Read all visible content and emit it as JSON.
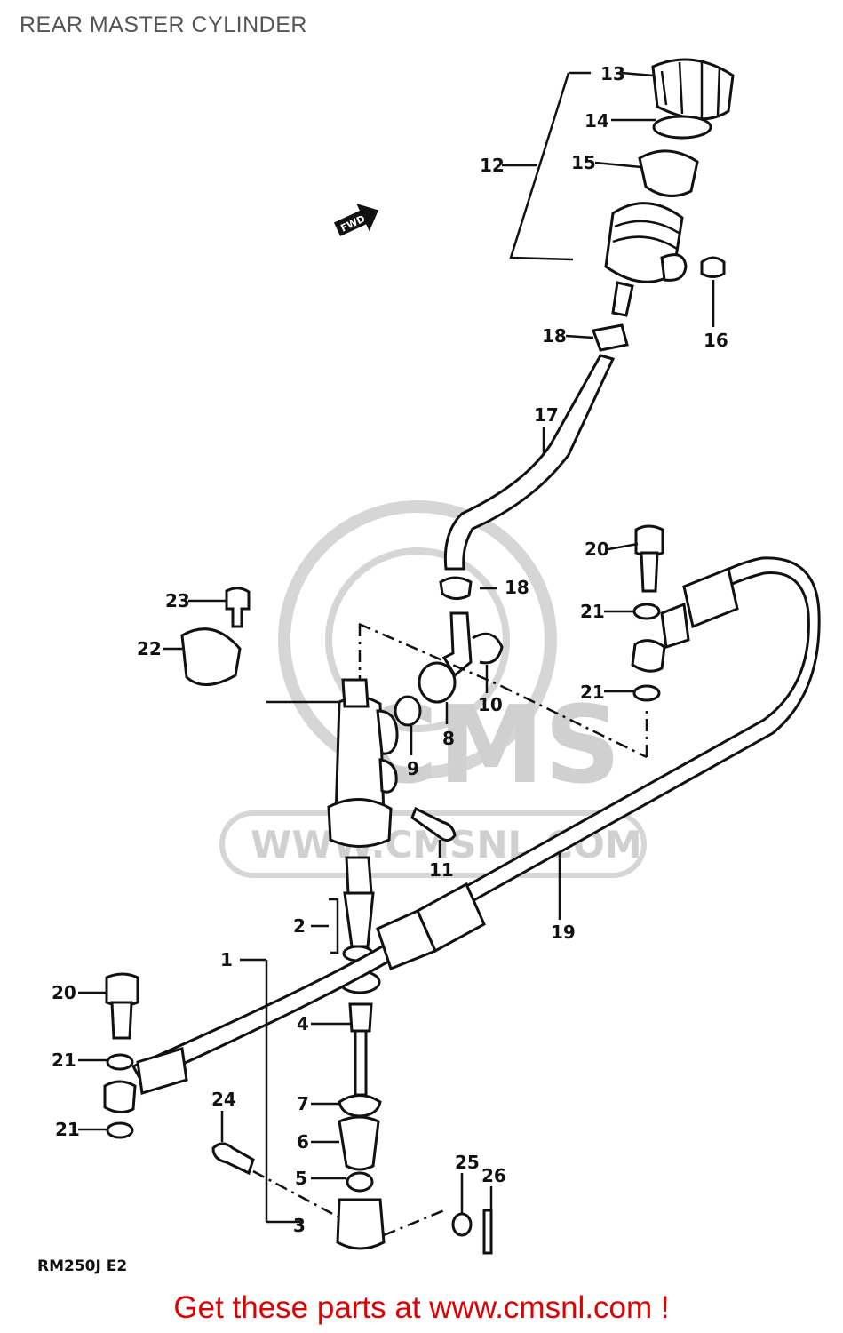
{
  "title": "REAR MASTER CYLINDER",
  "model_code": "RM250J  E2",
  "arrow_label": "FWD",
  "watermark": {
    "brand": "CMS",
    "url": "WWW.CMSNL.COM"
  },
  "footer": "Get these parts at www.cmsnl.com !",
  "callouts": [
    {
      "id": "13",
      "label": "13"
    },
    {
      "id": "14",
      "label": "14"
    },
    {
      "id": "15",
      "label": "15"
    },
    {
      "id": "12",
      "label": "12"
    },
    {
      "id": "16",
      "label": "16"
    },
    {
      "id": "18a",
      "label": "18"
    },
    {
      "id": "17",
      "label": "17"
    },
    {
      "id": "18b",
      "label": "18"
    },
    {
      "id": "20a",
      "label": "20"
    },
    {
      "id": "21a",
      "label": "21"
    },
    {
      "id": "21b",
      "label": "21"
    },
    {
      "id": "23",
      "label": "23"
    },
    {
      "id": "22",
      "label": "22"
    },
    {
      "id": "10",
      "label": "10"
    },
    {
      "id": "9",
      "label": "9"
    },
    {
      "id": "8",
      "label": "8"
    },
    {
      "id": "11",
      "label": "11"
    },
    {
      "id": "19",
      "label": "19"
    },
    {
      "id": "2",
      "label": "2"
    },
    {
      "id": "1",
      "label": "1"
    },
    {
      "id": "4",
      "label": "4"
    },
    {
      "id": "20b",
      "label": "20"
    },
    {
      "id": "21c",
      "label": "21"
    },
    {
      "id": "21d",
      "label": "21"
    },
    {
      "id": "24",
      "label": "24"
    },
    {
      "id": "7",
      "label": "7"
    },
    {
      "id": "6",
      "label": "6"
    },
    {
      "id": "5",
      "label": "5"
    },
    {
      "id": "3",
      "label": "3"
    },
    {
      "id": "25",
      "label": "25"
    },
    {
      "id": "26",
      "label": "26"
    }
  ]
}
